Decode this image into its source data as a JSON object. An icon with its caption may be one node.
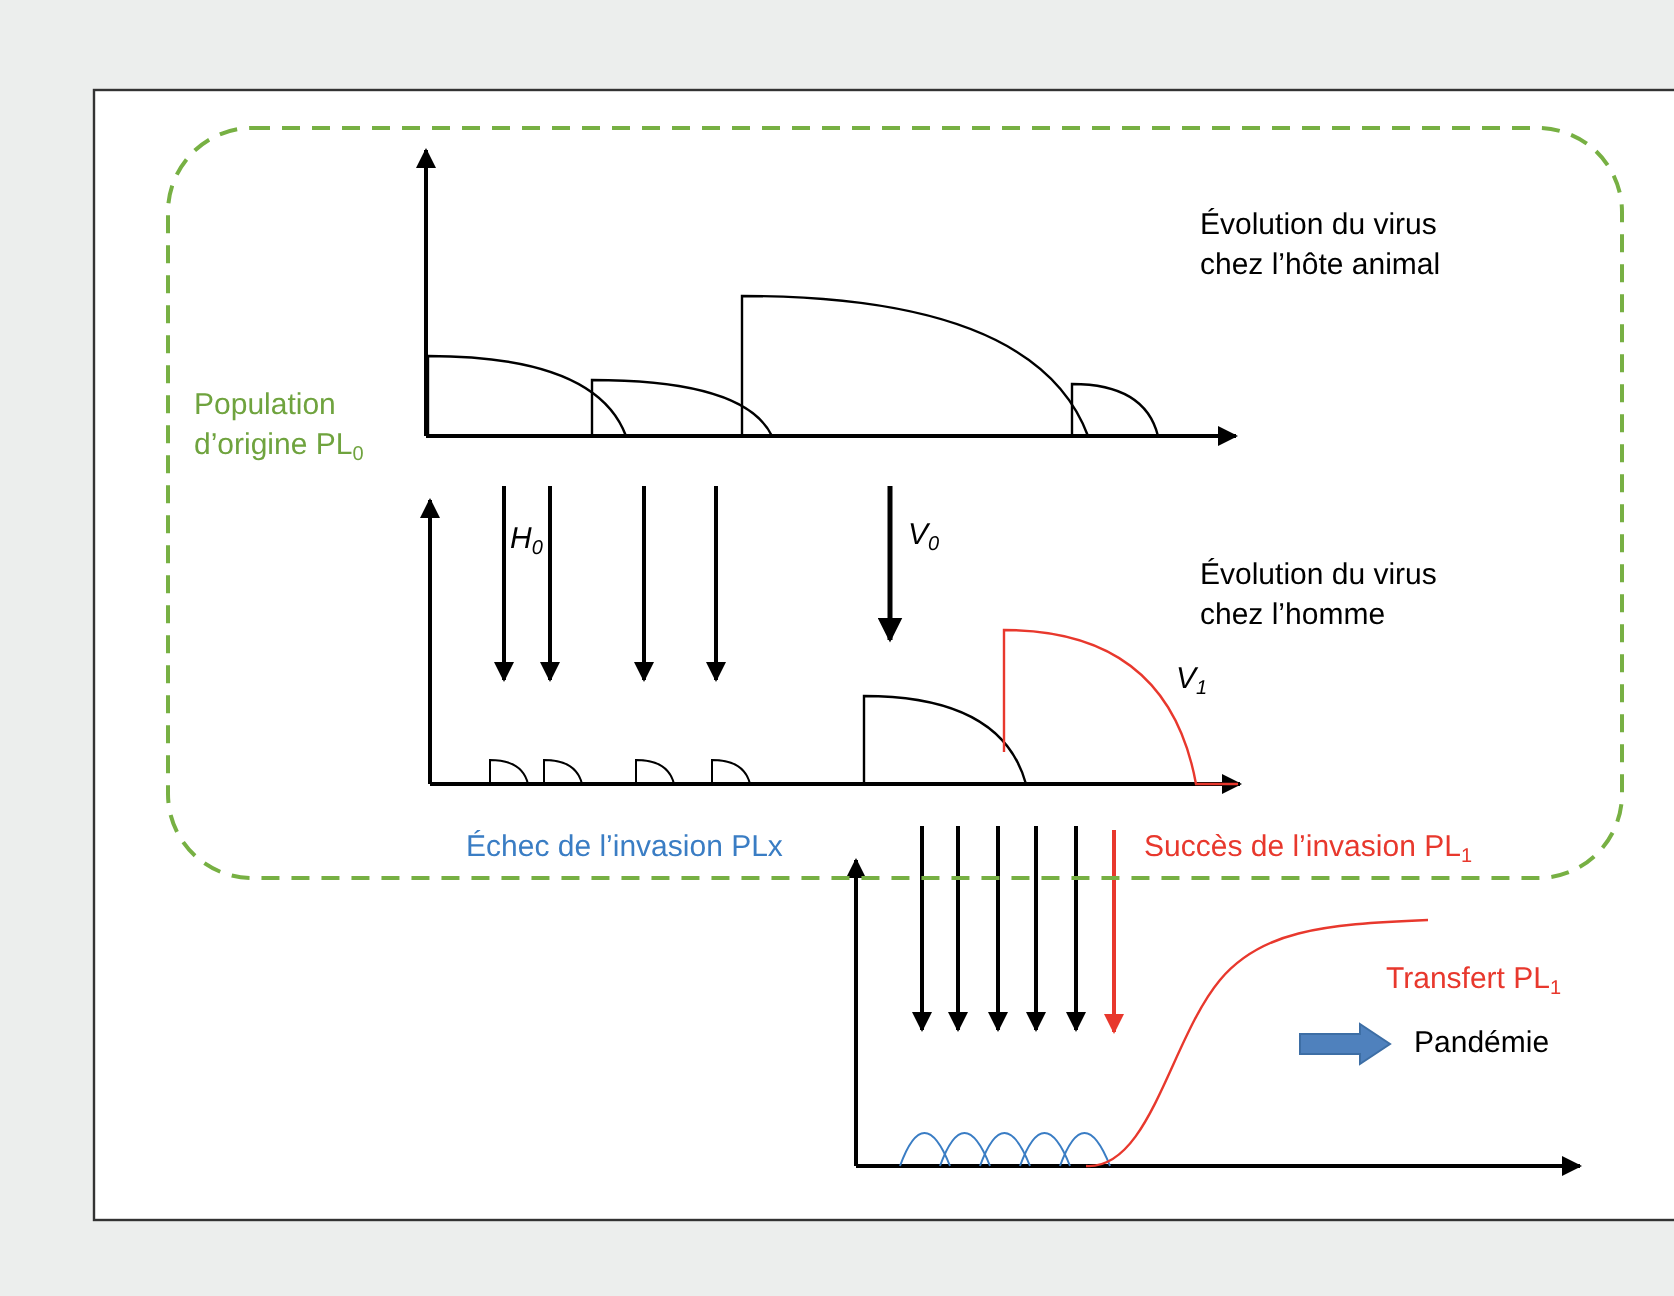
{
  "diagram": {
    "nodes": [
      {
        "text": [
          "Population d’origine PL$_{0}$"
        ]
      }
    ],
    "edges": [],
    "labels": [
      "Évolution du virus chez l’hôte animal",
      "H$_{0}$",
      "V$_{0}$",
      "Évolution du virus chez l’homme",
      "V$_{1}$",
      "Échec de l’invasion PLx",
      "Succès de l’invasion PL$_{1}$",
      "Transfert PL$_{1}$",
      "Pandémie"
    ]
  }
}
